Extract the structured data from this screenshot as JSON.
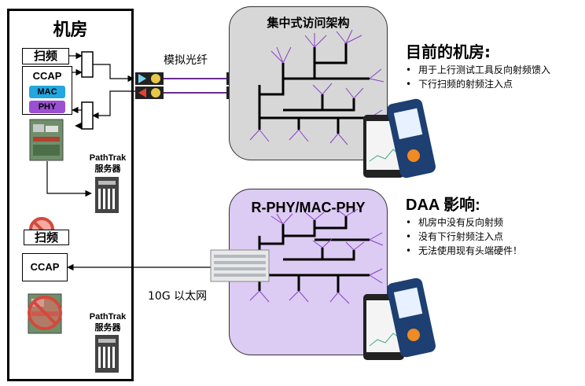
{
  "headend": {
    "title": "机房",
    "sweep_label": "扫频",
    "ccap_label": "CCAP",
    "mac_label": "MAC",
    "phy_label": "PHY",
    "pathtrak_name": "PathTrak",
    "server_label": "服务器"
  },
  "headend_daa": {
    "sweep_label": "扫频",
    "ccap_label": "CCAP",
    "pathtrak_name": "PathTrak",
    "server_label": "服务器"
  },
  "links": {
    "analog_fiber": "模拟光纤",
    "ethernet_10g": "10G 以太网"
  },
  "clouds": {
    "centralized_title": "集中式访问架构",
    "daa_title": "R-PHY/MAC-PHY"
  },
  "current_room": {
    "heading": "目前的机房:",
    "bullets": [
      "用于上行测试工具反向射频馈入",
      "下行扫频的射频注入点"
    ]
  },
  "daa_impact": {
    "heading": "DAA 影响:",
    "bullets": [
      "机房中没有反向射频",
      "没有下行射频注入点",
      "无法使用现有头端硬件！"
    ]
  },
  "colors": {
    "mac": "#22a7e0",
    "phy": "#9b4fd3",
    "fiber": "#6a2c91",
    "cloud_gray": "#d7d7d7",
    "cloud_purple": "#dccbf2"
  }
}
